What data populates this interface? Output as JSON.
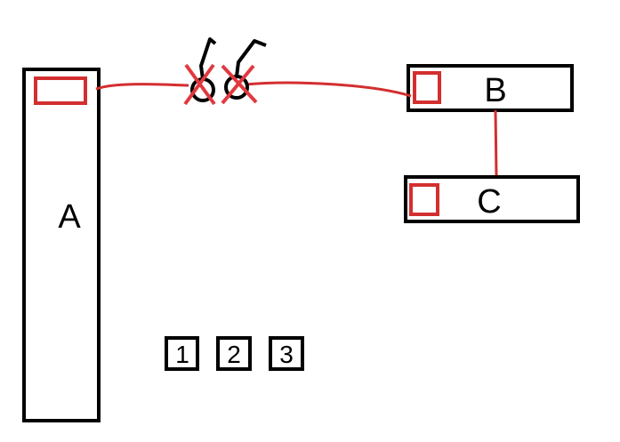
{
  "boxes": {
    "a": {
      "label": "A"
    },
    "b": {
      "label": "B"
    },
    "c": {
      "label": "C"
    }
  },
  "tiles": [
    {
      "label": "1"
    },
    {
      "label": "2"
    },
    {
      "label": "3"
    }
  ],
  "colors": {
    "outline": "#000000",
    "connector": "#d32f2f",
    "cross": "#e0393e"
  },
  "icons": [
    "broken-link-icon",
    "broken-link-icon"
  ]
}
